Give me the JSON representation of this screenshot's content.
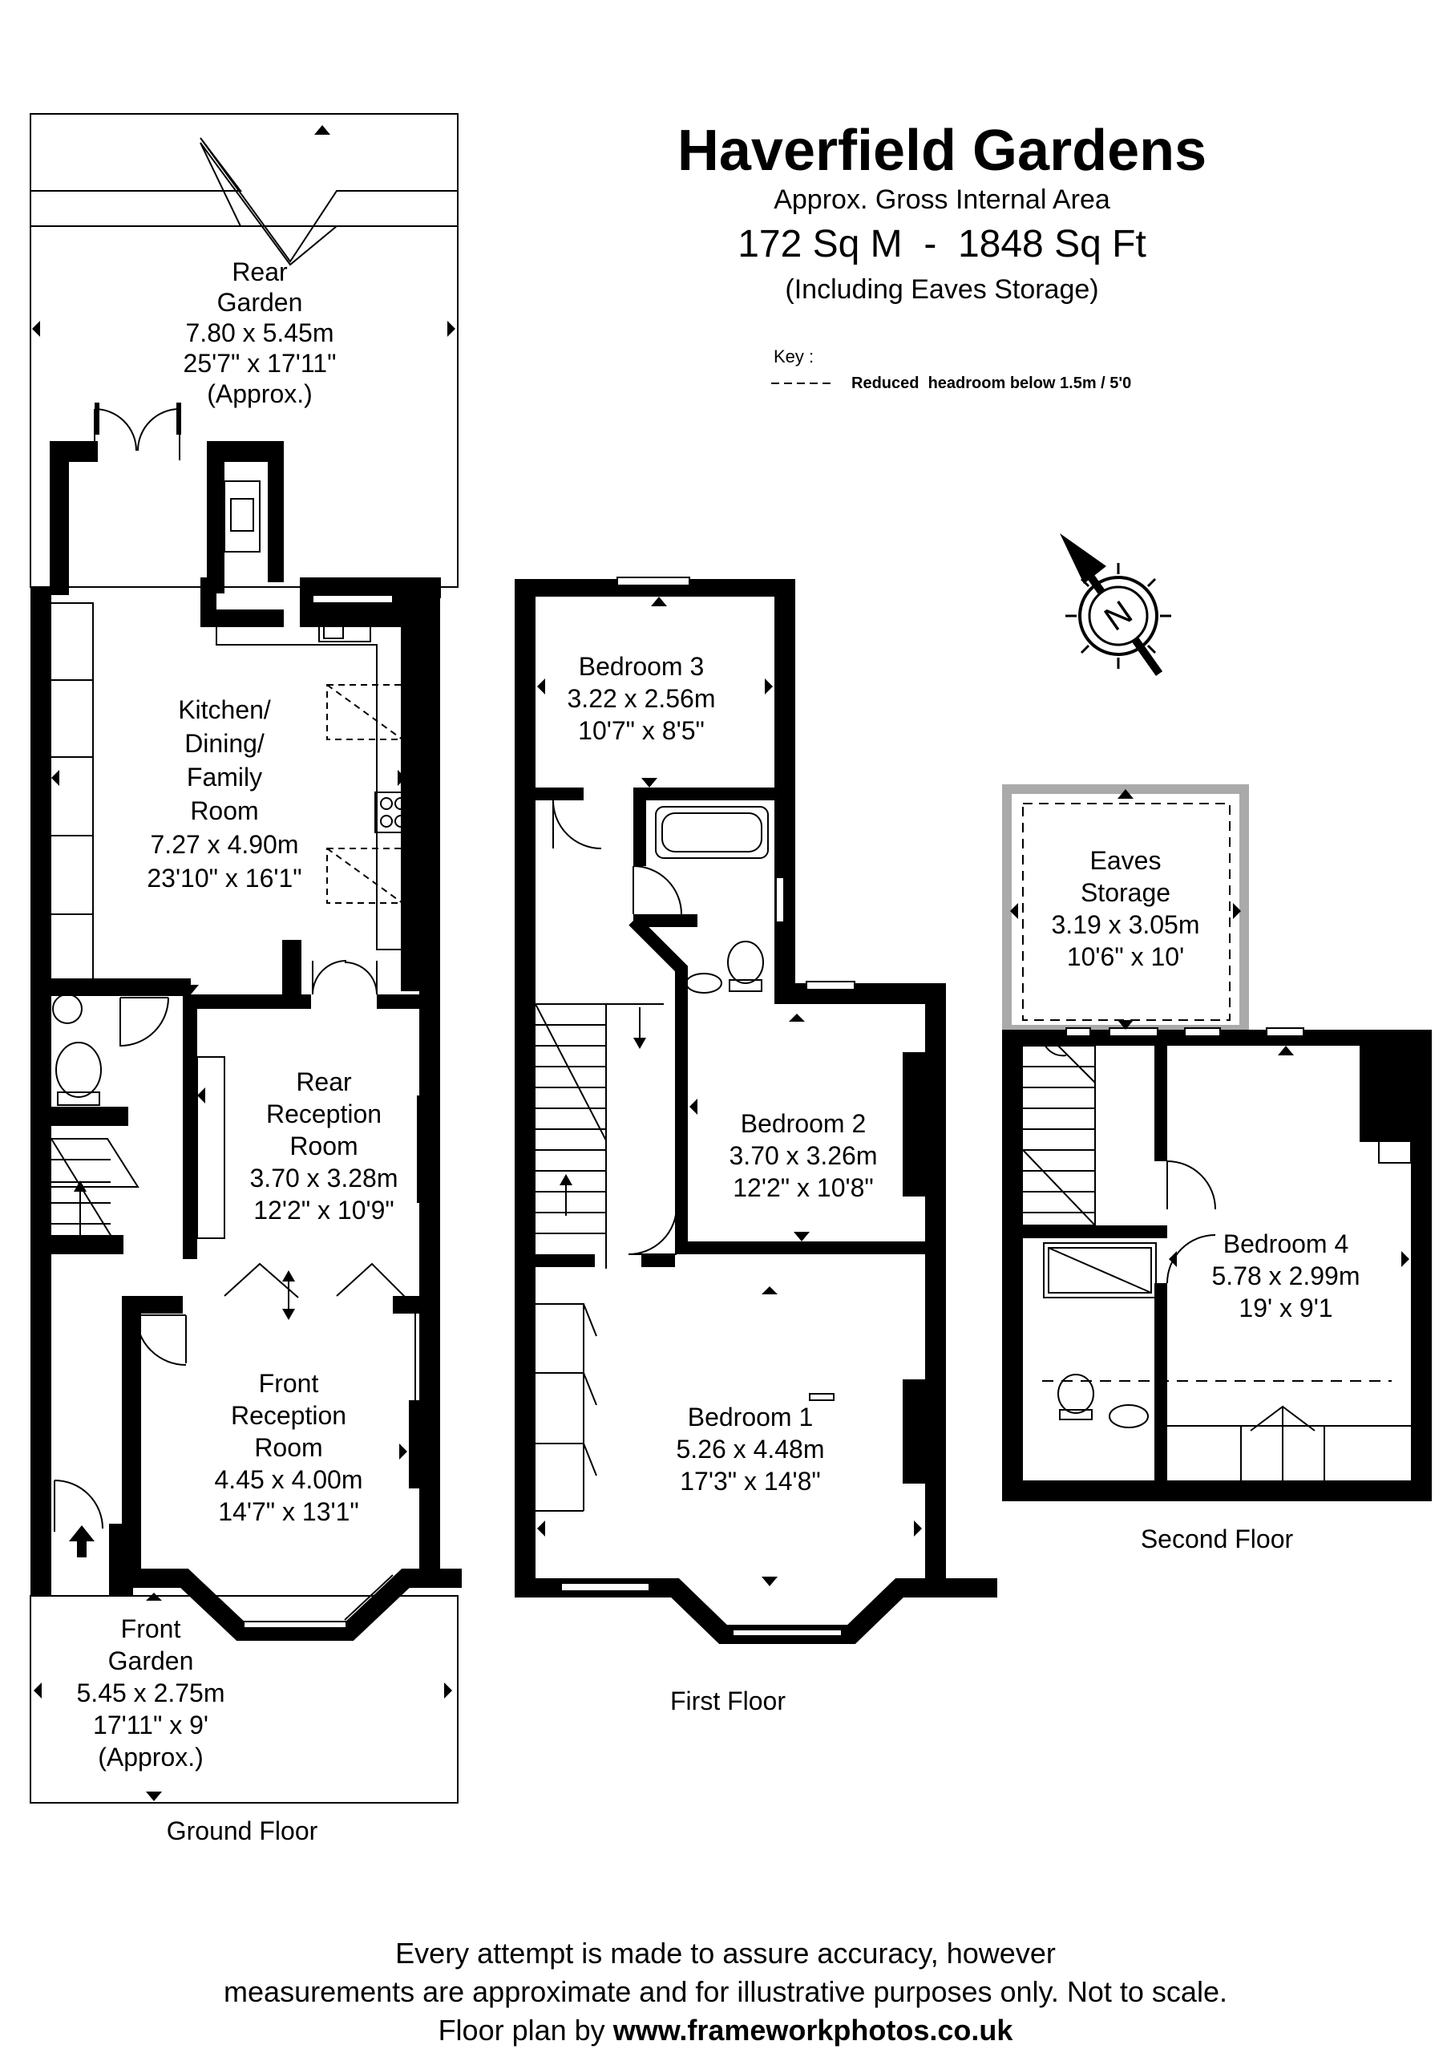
{
  "header": {
    "title": "Haverfield Gardens",
    "subtitle": "Approx. Gross Internal Area",
    "area": "172 Sq M  -  1848 Sq Ft",
    "note": "(Including Eaves Storage)"
  },
  "key": {
    "label": "Key :",
    "dash_text": "Reduced  headroom below 1.5m / 5'0"
  },
  "compass": {
    "letter": "N"
  },
  "rooms": {
    "rear_garden": {
      "l1": "Rear",
      "l2": "Garden",
      "metric": "7.80 x 5.45m",
      "imperial": "25'7\" x 17'11\"",
      "note": "(Approx.)"
    },
    "kitchen": {
      "l1": "Kitchen/",
      "l2": "Dining/",
      "l3": "Family",
      "l4": "Room",
      "metric": "7.27 x 4.90m",
      "imperial": "23'10\" x 16'1\""
    },
    "rear_reception": {
      "l1": "Rear",
      "l2": "Reception",
      "l3": "Room",
      "metric": "3.70 x 3.28m",
      "imperial": "12'2\" x 10'9\""
    },
    "front_reception": {
      "l1": "Front",
      "l2": "Reception",
      "l3": "Room",
      "metric": "4.45 x 4.00m",
      "imperial": "14'7\" x 13'1\""
    },
    "front_garden": {
      "l1": "Front",
      "l2": "Garden",
      "metric": "5.45 x 2.75m",
      "imperial": "17'11\" x 9'",
      "note": "(Approx.)"
    },
    "bedroom3": {
      "name": "Bedroom 3",
      "metric": "3.22 x 2.56m",
      "imperial": "10'7\" x 8'5\""
    },
    "bedroom2": {
      "name": "Bedroom 2",
      "metric": "3.70 x 3.26m",
      "imperial": "12'2\" x 10'8\""
    },
    "bedroom1": {
      "name": "Bedroom 1",
      "metric": "5.26 x 4.48m",
      "imperial": "17'3\" x 14'8\""
    },
    "eaves": {
      "l1": "Eaves",
      "l2": "Storage",
      "metric": "3.19 x 3.05m",
      "imperial": "10'6\" x 10'"
    },
    "bedroom4": {
      "name": "Bedroom 4",
      "metric": "5.78 x 2.99m",
      "imperial": "19' x 9'1"
    }
  },
  "floors": {
    "ground": "Ground Floor",
    "first": "First Floor",
    "second": "Second Floor"
  },
  "footer": {
    "line1": "Every attempt is made to assure accuracy, however",
    "line2": "measurements are approximate and for illustrative purposes only. Not to scale.",
    "line3_prefix": "Floor plan by",
    "line3_url": "www.frameworkphotos.co.uk"
  }
}
